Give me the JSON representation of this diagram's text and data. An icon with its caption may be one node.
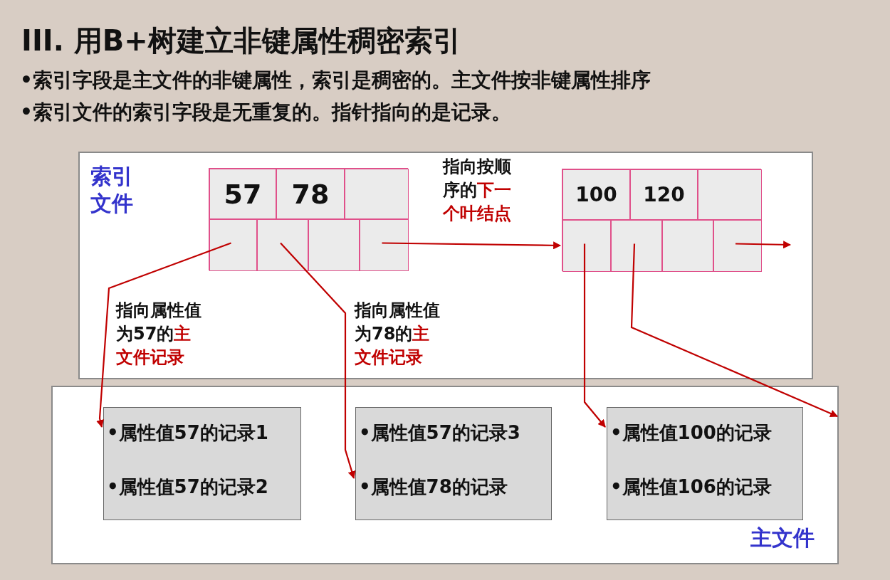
{
  "diagram": {
    "title": "III. 用B+树建立非键属性稠密索引",
    "nodes": [
      {
        "text": [
          "索引文件"
        ]
      },
      {
        "text": [
          "主文件"
        ]
      },
      {
        "text": [],
        "shape": "box",
        "in": 0
      },
      {
        "text": [
          "57"
        ],
        "in": 2
      },
      {
        "text": [
          "78"
        ],
        "in": 2
      },
      {
        "text": [],
        "shape": "box",
        "in": 2
      },
      {
        "text": [],
        "shape": "box",
        "in": 2
      },
      {
        "text": [],
        "shape": "box",
        "in": 2
      },
      {
        "text": [],
        "shape": "box",
        "in": 2
      },
      {
        "text": [],
        "shape": "box",
        "in": 2
      },
      {
        "text": [],
        "shape": "box",
        "in": 0
      },
      {
        "text": [
          "100"
        ],
        "in": 10
      },
      {
        "text": [
          "120"
        ],
        "in": 10
      },
      {
        "text": [],
        "shape": "box",
        "in": 10
      },
      {
        "text": [],
        "shape": "box",
        "in": 10
      },
      {
        "text": [],
        "shape": "box",
        "in": 10
      },
      {
        "text": [],
        "shape": "box",
        "in": 10
      },
      {
        "text": [],
        "shape": "box",
        "in": 10
      },
      {
        "text": [
          "•属性值57的记录1",
          "•属性值57的记录2"
        ],
        "in": 1
      },
      {
        "text": [
          "•属性值57的记录3",
          "•属性值78的记录"
        ],
        "in": 1
      },
      {
        "text": [
          "•属性值100的记录",
          "•属性值106的记录"
        ],
        "in": 1
      }
    ],
    "edges": [
      {
        "from": 6,
        "to": 18,
        "arrow": "to",
        "label": "指向属性值为57的**主文件记录**"
      },
      {
        "from": 7,
        "to": 19,
        "arrow": "to",
        "label": "指向属性值为78的**主文件记录**"
      },
      {
        "from": 9,
        "to": 14,
        "arrow": "to",
        "label": "指向按顺序的**下一个叶结点**"
      },
      {
        "from": 14,
        "to": 20,
        "arrow": "to"
      },
      {
        "from": 15,
        "to": 1,
        "arrow": "to"
      },
      {
        "from": 17,
        "to": null,
        "arrow": "to"
      }
    ],
    "labels": [
      "•索引字段是主文件的非键属性，索引是稠密的。主文件按非键属性排序",
      "•索引文件的索引字段是无重复的。指针指向的是记录。"
    ]
  }
}
